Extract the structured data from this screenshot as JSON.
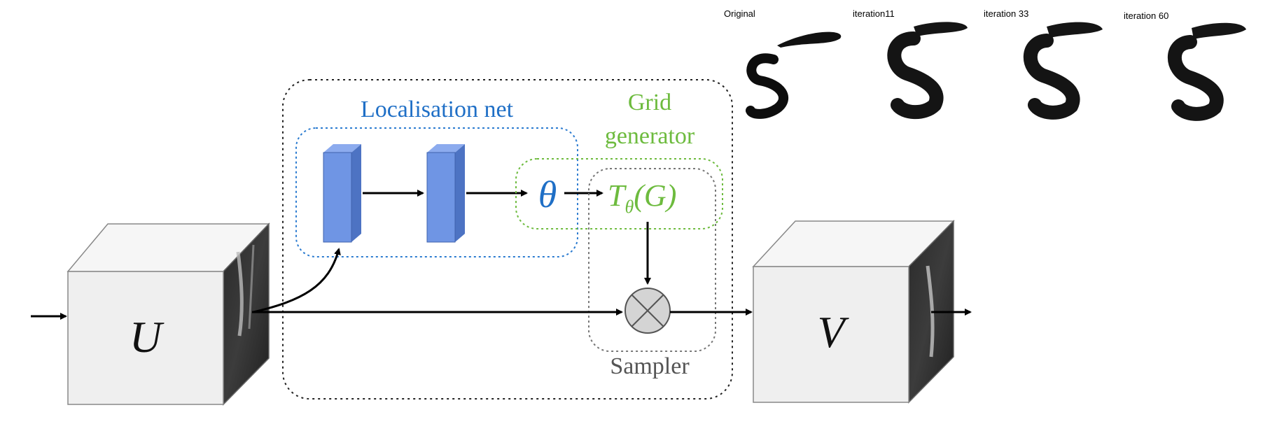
{
  "diagram": {
    "localisation_label": "Localisation net",
    "grid_label_line1": "Grid",
    "grid_label_line2": "generator",
    "sampler_label": "Sampler",
    "theta_symbol": "θ",
    "transform_main": "T",
    "transform_sub": "θ",
    "transform_args": "(G)",
    "input_label": "U",
    "output_label": "V"
  },
  "iterations": {
    "labels": [
      "Original",
      "iteration11",
      "iteration 33",
      "iteration 60"
    ]
  },
  "colors": {
    "localisation": "#1f6fc6",
    "grid": "#6dbb3e",
    "sampler": "#555555",
    "layer_fill": "#6f95e4",
    "layer_side": "#4d73c3",
    "cube_face": "#efefef"
  }
}
